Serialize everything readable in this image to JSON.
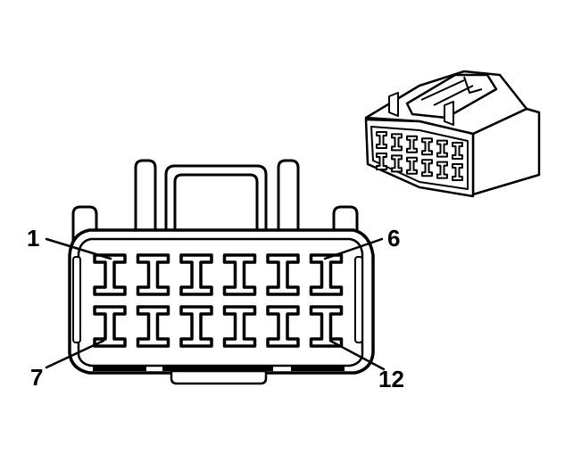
{
  "diagram": {
    "pin_labels": {
      "top_left": "1",
      "top_right": "6",
      "bottom_left": "7",
      "bottom_right": "12"
    },
    "cavities": {
      "rows": 2,
      "columns": 6
    },
    "colors": {
      "line": "#000000",
      "background": "#ffffff"
    }
  }
}
